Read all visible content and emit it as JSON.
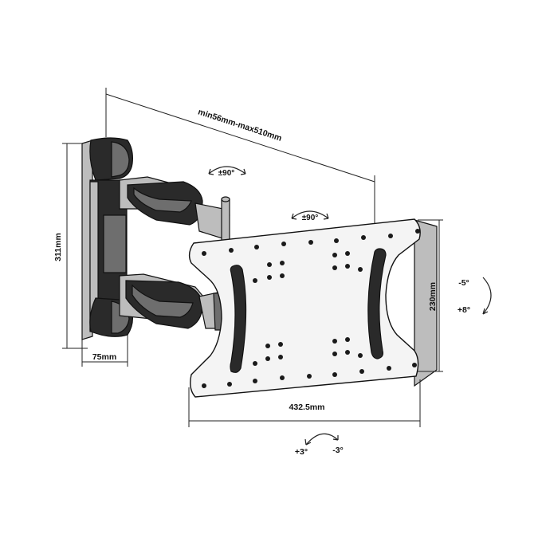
{
  "dimensions": {
    "arm_extension": "min56mm-max510mm",
    "height": "311mm",
    "depth": "75mm",
    "plate_height": "230mm",
    "plate_width": "432.5mm"
  },
  "rotations": {
    "swivel_wall": "±90°",
    "swivel_plate": "±90°",
    "tilt_up": "-5°",
    "tilt_down": "+8°",
    "roll_left": "+3°",
    "roll_right": "-3°"
  },
  "colors": {
    "line": "#111111",
    "dark": "#2a2a2a",
    "mid": "#6e6e6e",
    "light": "#bdbdbd",
    "plate": "#f4f4f4"
  }
}
